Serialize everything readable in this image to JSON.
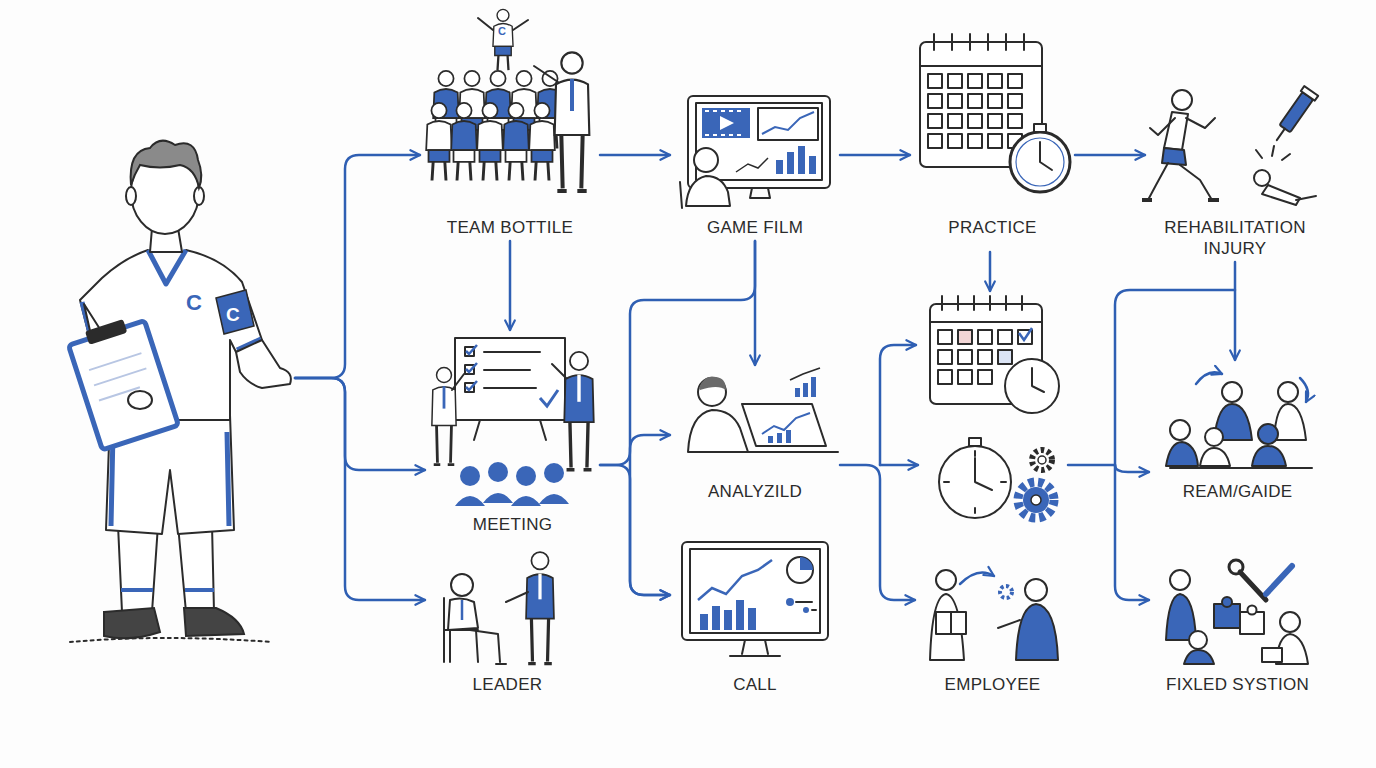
{
  "diagram": {
    "nodes": [
      {
        "text": [
          "C",
          "C"
        ]
      },
      {
        "text": [
          "TEAM BOTTILE"
        ]
      },
      {
        "text": [
          "GAME FILM"
        ]
      },
      {
        "text": [
          "PRACTICE"
        ]
      },
      {
        "text": [
          "REHABILITATION INJURY"
        ]
      },
      {
        "text": [
          "MEETING"
        ]
      },
      {
        "text": [
          "ANALYZILD"
        ]
      },
      {
        "text": [
          "REAM/GAIDE"
        ]
      },
      {
        "text": [
          "LEADER"
        ]
      },
      {
        "text": [
          "CALL"
        ]
      },
      {
        "text": [
          "EMPLOYEE"
        ]
      },
      {
        "text": [
          "FIXLED SYSTION"
        ]
      }
    ],
    "edges": [
      {
        "from": 0,
        "to": 1,
        "arrow": "to"
      },
      {
        "from": 0,
        "to": 5,
        "arrow": "to"
      },
      {
        "from": 0,
        "to": 8,
        "arrow": "to"
      },
      {
        "from": 1,
        "to": 2,
        "arrow": "to"
      },
      {
        "from": 2,
        "to": 3,
        "arrow": "to"
      },
      {
        "from": 3,
        "to": 4,
        "arrow": "to"
      },
      {
        "from": 1,
        "to": 5,
        "arrow": "to"
      },
      {
        "from": 2,
        "to": 6,
        "arrow": "to"
      },
      {
        "from": 2,
        "to": 9,
        "arrow": "to"
      },
      {
        "from": 5,
        "to": 6,
        "arrow": "to"
      },
      {
        "from": 5,
        "to": 9,
        "arrow": "to"
      },
      {
        "from": 6,
        "to": 10,
        "arrow": "to"
      },
      {
        "from": 4,
        "to": 7,
        "arrow": "to"
      }
    ],
    "labels": [
      "C"
    ]
  }
}
